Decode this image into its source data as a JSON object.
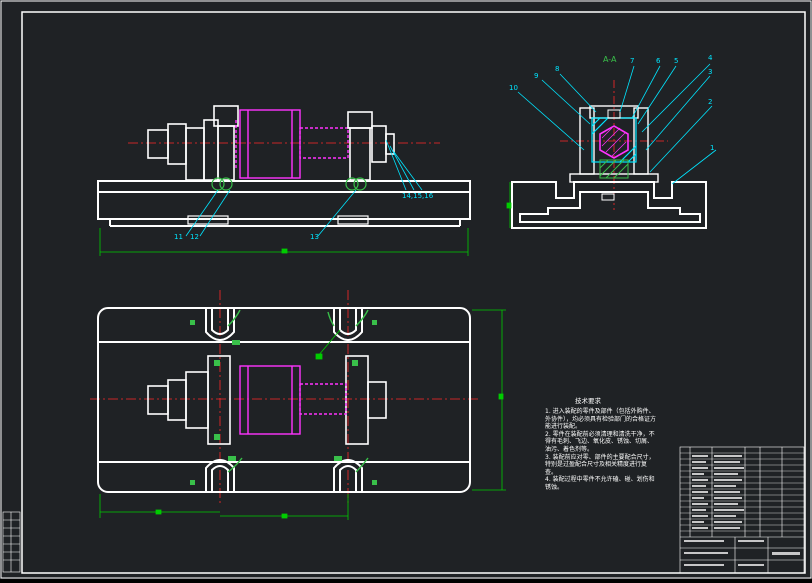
{
  "section_label": "A-A",
  "tech_requirements": {
    "title": "技术要求",
    "notes": [
      "1. 进入装配的零件及部件（包括外购件、外协件），均必须具有检验部门的合格证方能进行装配。",
      "2. 零件在装配前必须清理和清洗干净，不得有毛刺、飞边、氧化皮、锈蚀、切屑、油污、着色剂等。",
      "3. 装配前应对零、部件的主要配合尺寸，特别是过盈配合尺寸及相关精度进行复查。",
      "4. 装配过程中零件不允许磕、碰、划伤和锈蚀。"
    ]
  },
  "part_numbers": {
    "section": [
      "1",
      "2",
      "3",
      "4",
      "5",
      "6",
      "7",
      "8",
      "9",
      "10"
    ],
    "front": [
      "11",
      "12",
      "13",
      "14,15,16"
    ]
  },
  "colors": {
    "background": "#1f2225",
    "outline": "#ffffff",
    "centerline": "#ff2a2a",
    "dimension": "#00cc00",
    "leader": "#00e5ff",
    "workpiece": "#ff33ff",
    "hatch_green": "#39c04a",
    "hatch_cyan": "#00e5ff"
  }
}
